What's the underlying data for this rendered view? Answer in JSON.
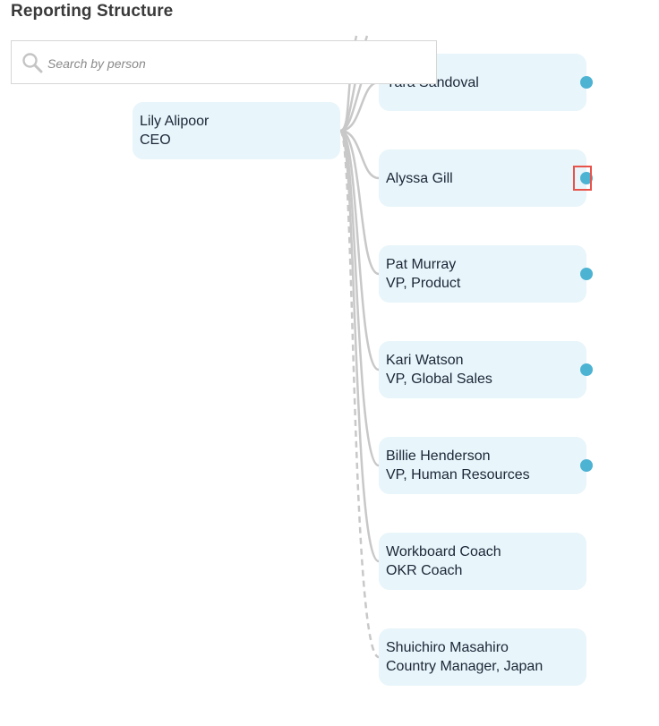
{
  "page": {
    "title": "Reporting Structure"
  },
  "search": {
    "placeholder": "Search by person",
    "value": ""
  },
  "root": {
    "name": "Lily Alipoor",
    "role": "CEO"
  },
  "reports": [
    {
      "name": "Yara Sandoval",
      "role": "",
      "expandable": true
    },
    {
      "name": "Alyssa Gill",
      "role": "",
      "expandable": true
    },
    {
      "name": "Pat Murray",
      "role": "VP, Product",
      "expandable": true
    },
    {
      "name": "Kari Watson",
      "role": "VP, Global Sales",
      "expandable": true
    },
    {
      "name": "Billie Henderson",
      "role": "VP, Human Resources",
      "expandable": true
    },
    {
      "name": "Workboard Coach",
      "role": "OKR Coach",
      "expandable": false
    },
    {
      "name": "Shuichiro Masahiro",
      "role": "Country Manager, Japan",
      "expandable": false
    }
  ],
  "colors": {
    "node_bg": "#e8f5fa",
    "expand_dot": "#4db3d3",
    "connector": "#c8c8c8",
    "highlight": "#e8544b"
  },
  "icons": {
    "search": "search-icon",
    "expand": "expand-dot-icon"
  }
}
